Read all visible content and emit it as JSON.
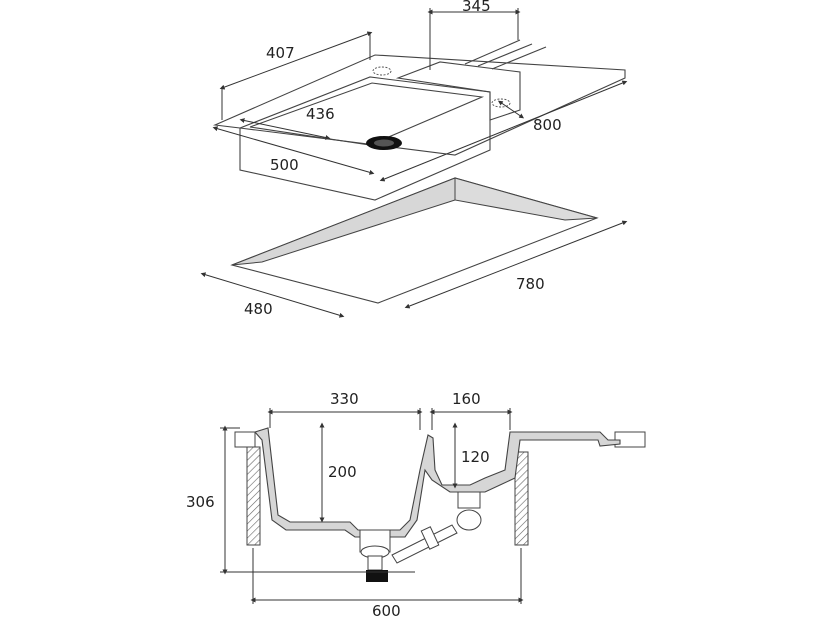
{
  "colors": {
    "line": "#333333",
    "sink_fill": "#e8e8e8",
    "sink_fill_dark": "#d4d4d4",
    "cutout_fill": "#ececec",
    "hatch": "#666666",
    "background": "#ffffff"
  },
  "top_view": {
    "dims": {
      "d345": "345",
      "d407": "407",
      "d436": "436",
      "d800": "800",
      "d500": "500",
      "d780": "780",
      "d480": "480"
    }
  },
  "section_view": {
    "dims": {
      "d330": "330",
      "d160": "160",
      "d200": "200",
      "d120": "120",
      "d306": "306",
      "d600": "600"
    }
  }
}
